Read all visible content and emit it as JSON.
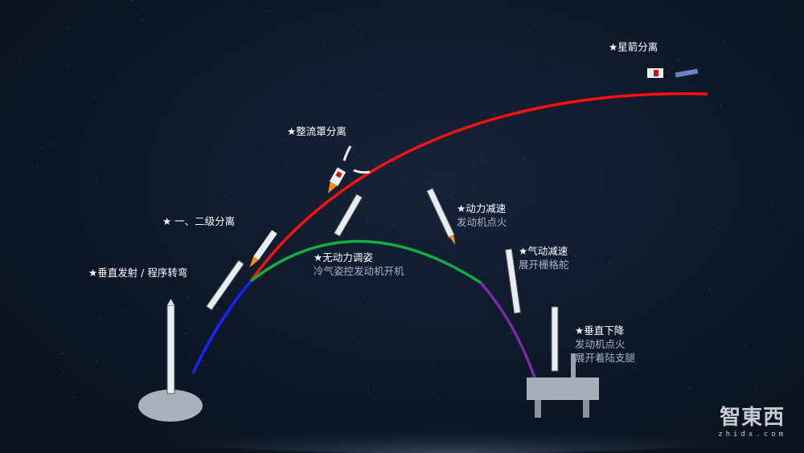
{
  "labels": {
    "launch": {
      "title": "★垂直发射 / 程序转弯"
    },
    "stage_sep": {
      "title": "★ 一、二级分离"
    },
    "fairing_sep": {
      "title": "★整流罩分离"
    },
    "payload_sep": {
      "title": "★星箭分离"
    },
    "unpowered": {
      "title": "★无动力调姿",
      "sub": "冷气姿控发动机开机"
    },
    "powered_decel": {
      "title": "★动力减速",
      "sub": "发动机点火"
    },
    "aero_decel": {
      "title": "★气动减速",
      "sub": "展开栅格舵"
    },
    "landing": {
      "title": "★垂直下降",
      "sub1": "发动机点火",
      "sub2": "展开着陆支腿"
    }
  },
  "trajectory_colors": {
    "ascent": "#1a22ff",
    "orbit": "#ff1010",
    "coast": "#10b040",
    "descent": "#7a2aa8"
  },
  "watermark": {
    "cn": "智東西",
    "en": "zhidx.com"
  }
}
